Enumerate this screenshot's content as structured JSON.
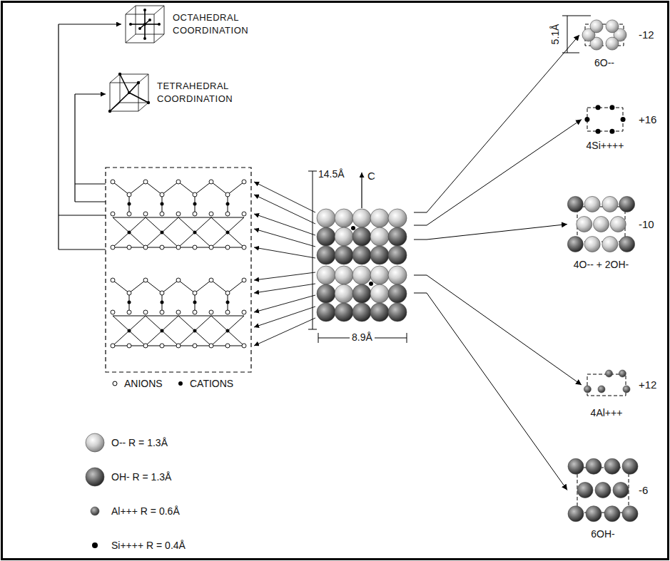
{
  "diagram": {
    "nodes": [
      {
        "text": [
          "OCTAHEDRAL COORDINATION"
        ]
      },
      {
        "text": [
          "TETRAHEDRAL COORDINATION"
        ]
      },
      {
        "text": [
          "C"
        ]
      },
      {
        "text": [
          "6O--",
          "-12"
        ]
      },
      {
        "text": [
          "4Si++++",
          "+16"
        ]
      },
      {
        "text": [
          "4O-- + 2OH-",
          "-10"
        ]
      },
      {
        "text": [
          "4Al+++",
          "+12"
        ]
      },
      {
        "text": [
          "6OH-",
          "-6"
        ]
      }
    ],
    "edges": [
      {
        "from": 2,
        "to": 3,
        "arrow": "to"
      },
      {
        "from": 2,
        "to": 4,
        "arrow": "to"
      },
      {
        "from": 2,
        "to": 5,
        "arrow": "to"
      },
      {
        "from": 2,
        "to": 6,
        "arrow": "to"
      },
      {
        "from": 2,
        "to": 7,
        "arrow": "to"
      }
    ],
    "labels": [
      "14.5Å",
      "8.9Å",
      "5.1Å"
    ],
    "legend": [
      {
        "text": "ANIONS"
      },
      {
        "text": "CATIONS"
      },
      {
        "text": "O-- R = 1.3Å"
      },
      {
        "text": "OH- R = 1.3Å"
      },
      {
        "text": "Al+++ R = 0.6Å"
      },
      {
        "text": "Si++++ R = 0.4Å"
      }
    ]
  }
}
